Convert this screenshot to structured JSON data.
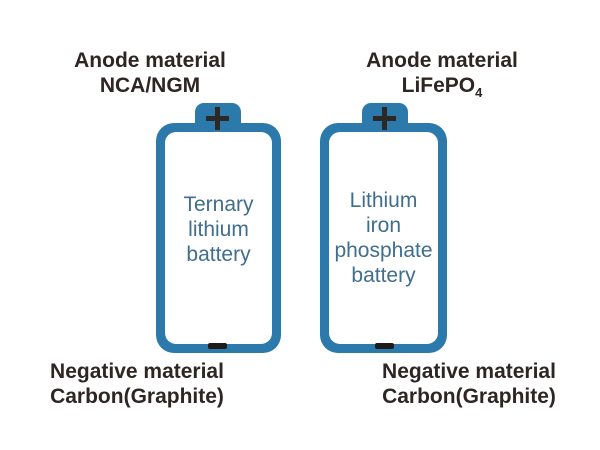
{
  "colors": {
    "background": "#ffffff",
    "battery_blue": "#2b7aab",
    "battery_fill": "#ffffff",
    "battery_name_text": "#3f6e8e",
    "label_text": "#2e2624",
    "terminal_symbol": "#2b2826"
  },
  "left_battery": {
    "top_label_line1": "Anode material",
    "top_label_line2": "NCA/NGM",
    "name": "Ternary\nlithium\nbattery",
    "bottom_label_line1": "Negative material",
    "bottom_label_line2": "Carbon(Graphite)"
  },
  "right_battery": {
    "top_label_line1": "Anode material",
    "top_label_formula_base": "LiFePO",
    "top_label_formula_subscript": "4",
    "name": "Lithium\niron\nphosphate\nbattery",
    "bottom_label_line1": "Negative material",
    "bottom_label_line2": "Carbon(Graphite)"
  }
}
